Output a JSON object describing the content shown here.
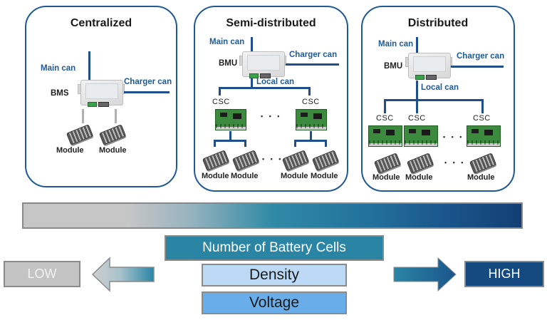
{
  "panels": [
    {
      "title": "Centralized",
      "controller_label": "BMS",
      "main_bus": "Main can",
      "charger_bus": "Charger can",
      "modules": [
        "Module",
        "Module"
      ]
    },
    {
      "title": "Semi-distributed",
      "controller_label": "BMU",
      "main_bus": "Main can",
      "charger_bus": "Charger can",
      "local_bus": "Local can",
      "csc_labels": [
        "CSC",
        "CSC"
      ],
      "modules": [
        "Module",
        "Module",
        "Module",
        "Module"
      ],
      "ellipsis": "• • •"
    },
    {
      "title": "Distributed",
      "controller_label": "BMU",
      "main_bus": "Main can",
      "charger_bus": "Charger can",
      "local_bus": "Local can",
      "csc_labels": [
        "CSC",
        "CSC",
        "CSC"
      ],
      "modules": [
        "Module",
        "Module",
        "Module"
      ],
      "ellipsis": "• • •"
    }
  ],
  "scale": {
    "low_label": "LOW",
    "high_label": "HIGH",
    "gradient_colors": [
      "#c6c6c6",
      "#2f8aa6",
      "#123f73"
    ],
    "factors": [
      "Number of Battery Cells",
      "Density",
      "Voltage"
    ]
  },
  "icons": {
    "controller": "bms-device-icon",
    "csc": "circuit-board-icon",
    "module": "battery-module-icon",
    "left_arrow": "arrow-left-icon",
    "right_arrow": "arrow-right-icon"
  },
  "colors": {
    "panel_border": "#1f5a96",
    "bus_line": "#1f4f8a",
    "cells_box": "#2a85a5",
    "density_box": "#bcd9f5",
    "voltage_box": "#69aeea",
    "low_box": "#c4c4c4",
    "high_box": "#154a80"
  }
}
